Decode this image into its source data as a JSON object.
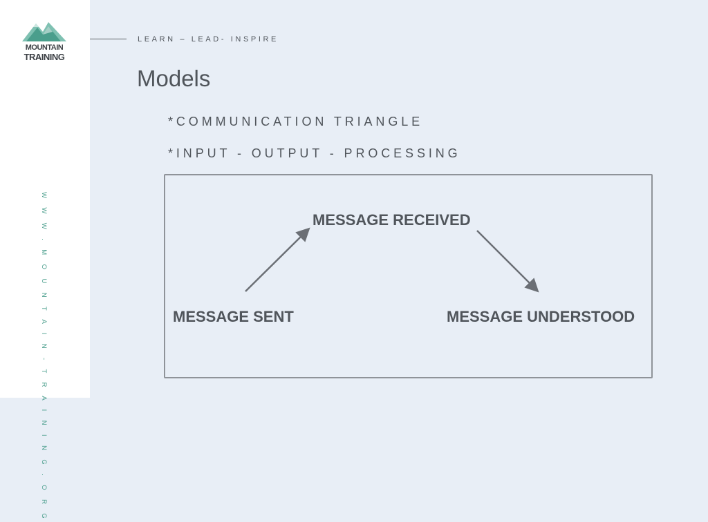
{
  "brand": {
    "logo_line1": "MOUNTAIN",
    "logo_line2": "TRAINING",
    "logo_color": "#4a9e8c",
    "url": "W W W . M O U N T A I N - T R A I N I N G . O R G"
  },
  "header": {
    "tagline": "LEARN – LEAD- INSPIRE",
    "title": "Models"
  },
  "bullets": [
    "*COMMUNICATION TRIANGLE",
    "*INPUT - OUTPUT - PROCESSING"
  ],
  "diagram": {
    "node_top": "MESSAGE RECEIVED",
    "node_left": "MESSAGE SENT",
    "node_right": "MESSAGE UNDERSTOOD",
    "arrow_color": "#6b6f75"
  }
}
